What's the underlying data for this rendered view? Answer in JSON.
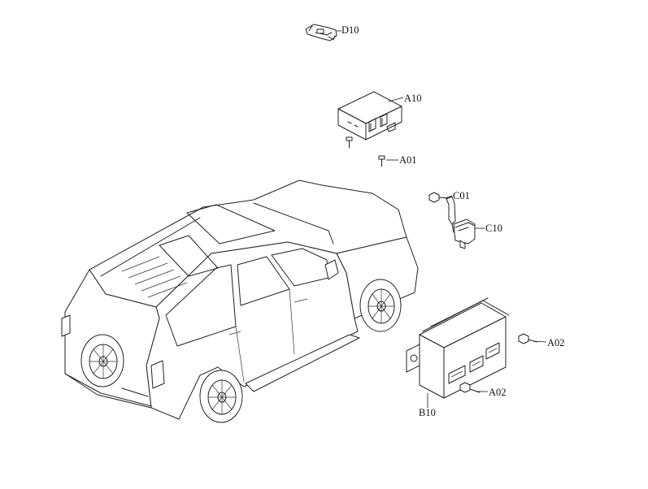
{
  "diagram": {
    "labels": {
      "d10": "D10",
      "a10": "A10",
      "a01": "A01",
      "c01": "C01",
      "c10": "C10",
      "a02_upper": "A02",
      "a02_lower": "A02",
      "b10": "B10"
    }
  }
}
